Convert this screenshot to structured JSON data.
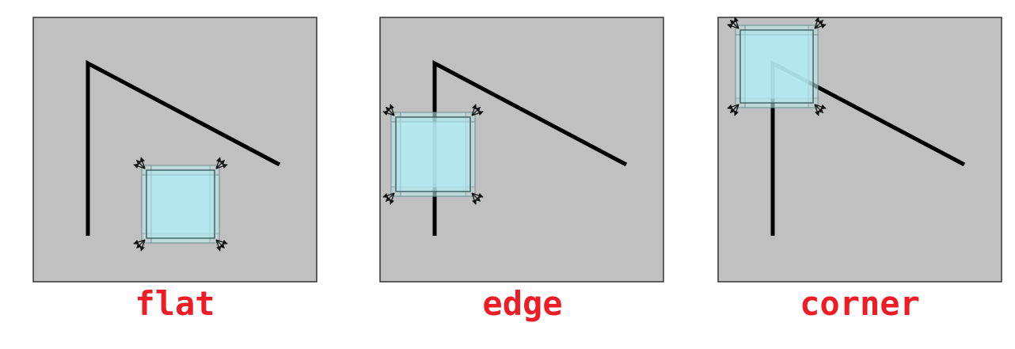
{
  "labels": {
    "flat": "flat",
    "edge": "edge",
    "corner": "corner"
  },
  "colors": {
    "background": "#c0c0c0",
    "line": "#000000",
    "window": "#afebf0",
    "label": "#ee1c25"
  }
}
